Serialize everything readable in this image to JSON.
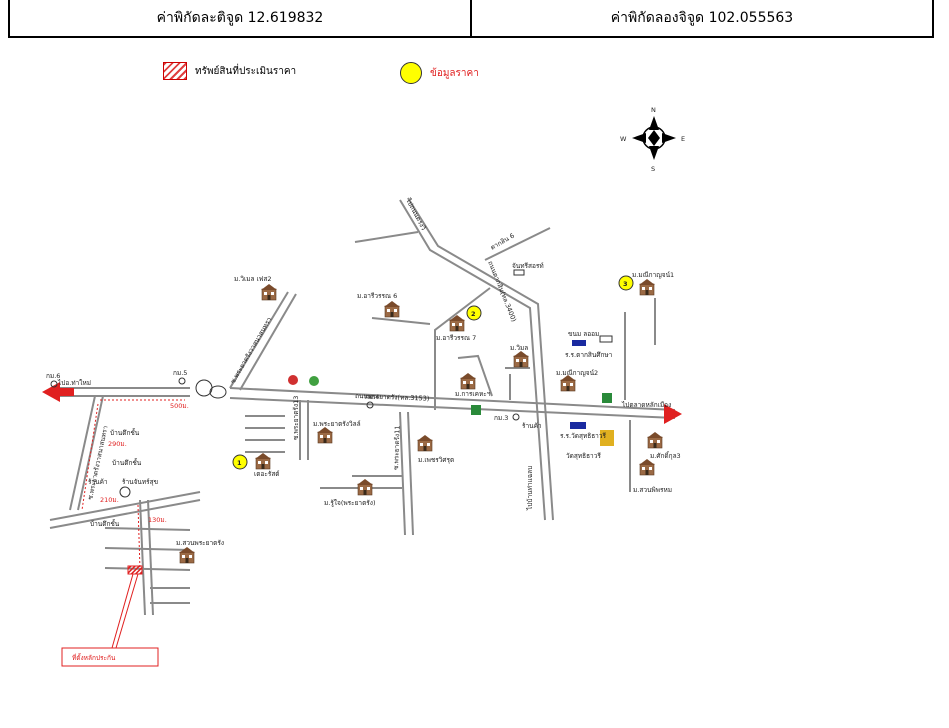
{
  "header": {
    "latitude_label": "ค่าพิกัดละติจูด 12.619832",
    "longitude_label": "ค่าพิกัดลองจิจูด 102.055563"
  },
  "legend": {
    "property_label": "ทรัพย์สินที่ประเมินราคา",
    "price_data_label": "ข้อมูลราคา"
  },
  "compass": {
    "n": "N",
    "s": "S",
    "e": "E",
    "w": "W"
  },
  "roads": {
    "main_road": "ถนนพระยาตรัง(ทล.3153)",
    "to_kalang": "ไปตลาดหลักเมือง",
    "to_thamai": "ไปอ.ท่าใหม่",
    "km6": "กม.6",
    "km5": "กม.5",
    "km4": "กม.4",
    "km3": "กม.3",
    "north_road": "ไปถนนตรงวิ",
    "south_road": "ไปบ้านท่าแฉลบ",
    "soi_left": "ซ.พระยาตรังวาสนาสนทรา",
    "soi_left2": "ซ.พระยาตรังวาสนาสนทรา",
    "soi13": "ซ.พระยาตรัง13",
    "soi11": "ซ.พระยาตรัง11",
    "taksin_road": "ถนนตากสิน(ทล.3400)",
    "taksin6": "ตากสิน 6"
  },
  "places": {
    "villa_phase2": "ม.วิเมล เฟส2",
    "aruwan6": "ม.อารีวรรณ 6",
    "aruwan7": "ม.อารีวรรณ 7",
    "mawimol": "ม.วิมล",
    "jantree": "จันทรีสอรท์",
    "manee1": "ม.มณีกาญจน์1",
    "manee2": "ม.มณีกาญจน์2",
    "school_taksin": "ร.ร.ตากสินศึกษา",
    "saiam": "ร.ร.วัดสุทธิธาวรี",
    "wat_sutthi": "วัดสุทธิธาวรี",
    "sakkun": "ม.ศักดิ์กุล3",
    "suan_phrom": "ม.สวนพิพรหม",
    "karn_khaha": "ม.การเคหะฯ",
    "phayatrang_villa": "ม.พระยาตรังวิลล์",
    "dok_ruk": "ม.เพชรวิศรุต",
    "sukjai": "ม.รู้ใจ(พระยาตรัง)",
    "sittichote": "เตอะรัสต์",
    "suan_phrayatrang": "ม.สวนพระยาตรัง",
    "shop_row1": "บ้านตึกชั้น",
    "shop_row2": "บ้านตึกชั้น",
    "shop_row3": "บ้านตึกชั้น",
    "store": "ร้านค้า",
    "store_jantra": "ร้านจันทร์สุข",
    "store2": "ร้านค้า",
    "sunok": "ขนม ลออม"
  },
  "distances": {
    "d500": "500ม.",
    "d290": "290ม.",
    "d210": "210ม.",
    "d130": "130ม."
  },
  "markers": [
    "1",
    "2",
    "3"
  ],
  "collateral_label": "ที่ตั้งหลักประกัน",
  "colors": {
    "road": "#8a8a8a",
    "marker": "#ffff00",
    "arrow": "#e02020",
    "red_text": "#e02020"
  }
}
